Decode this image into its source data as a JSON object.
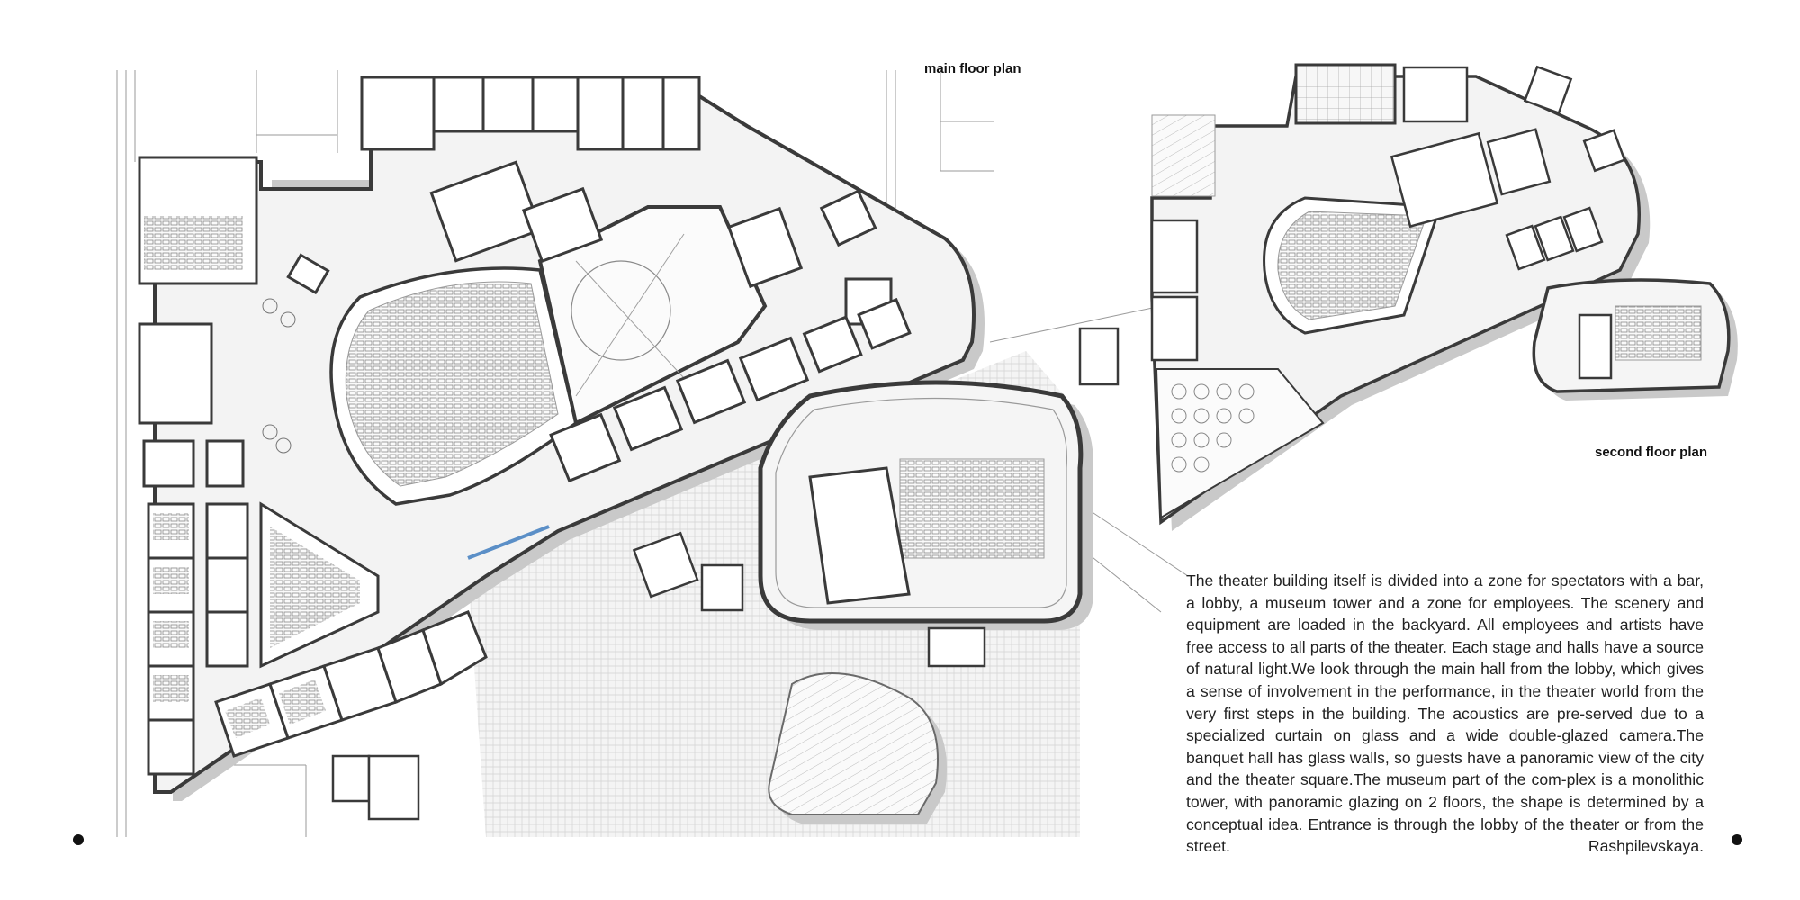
{
  "labels": {
    "main_floor_plan": "main floor plan",
    "second_floor_plan": "second floor plan"
  },
  "description": "The theater building itself is divided into a zone for spectators with a bar, a lobby, a museum tower and a zone for employees. The scenery and equipment are loaded in the backyard. All employees and artists have free access to all parts of the theater. Each stage and halls have a source of natural light.We look through the main hall from the lobby, which gives a sense of involvement in the performance, in the theater world from the very first steps in the building. The acoustics are pre-served due to a specialized curtain on glass and a wide double-glazed camera.The banquet hall has glass walls, so guests have a panoramic view of the city and the theater square.The museum part of the com-plex is a monolithic tower, with panoramic glazing on 2 floors, the shape is determined by a conceptual idea. Entrance is through the lobby of the theater or from the street. Rashpilevskaya.",
  "colors": {
    "wall": "#3a3a3a",
    "shadow": "#c9c9c9",
    "floor": "#f3f3f3",
    "paving": "#e4e4e4",
    "glass": "#5b8fc7"
  }
}
